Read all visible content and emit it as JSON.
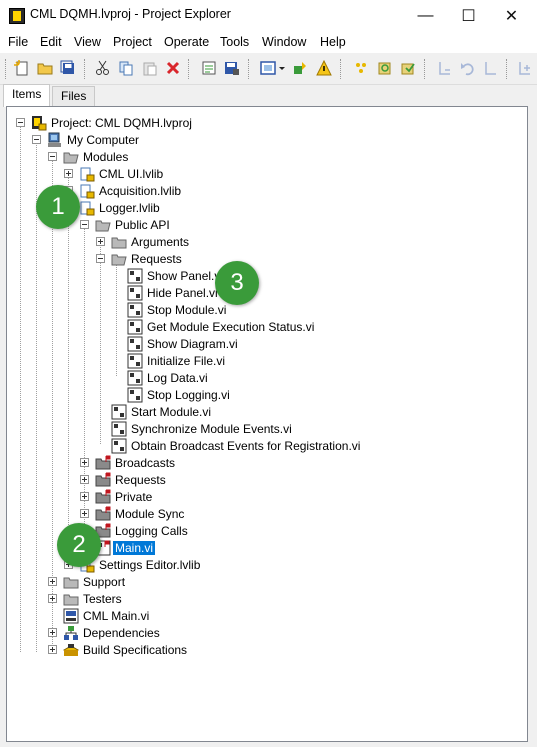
{
  "window": {
    "title": "CML DQMH.lvproj - Project Explorer",
    "minimize_glyph": "—",
    "maximize_glyph": "☐",
    "close_glyph": "✕"
  },
  "menu": [
    "File",
    "Edit",
    "View",
    "Project",
    "Operate",
    "Tools",
    "Window",
    "Help"
  ],
  "tabs": [
    "Items",
    "Files"
  ],
  "active_tab": "Items",
  "tree": {
    "project": "Project: CML DQMH.lvproj",
    "my_computer": "My Computer",
    "modules": "Modules",
    "cml_ui": "CML UI.lvlib",
    "acquisition": "Acquisition.lvlib",
    "logger": "Logger.lvlib",
    "public_api": "Public API",
    "arguments": "Arguments",
    "requests": "Requests",
    "show_panel": "Show Panel.vi",
    "hide_panel": "Hide Panel.vi",
    "stop_module": "Stop Module.vi",
    "get_status": "Get Module Execution Status.vi",
    "show_diagram": "Show Diagram.vi",
    "initialize_file": "Initialize File.vi",
    "log_data": "Log Data.vi",
    "stop_logging": "Stop Logging.vi",
    "start_module": "Start Module.vi",
    "sync_events": "Synchronize Module Events.vi",
    "broadcast_events": "Obtain Broadcast Events for Registration.vi",
    "broadcasts": "Broadcasts",
    "requests2": "Requests",
    "private": "Private",
    "module_sync": "Module Sync",
    "logging_calls": "Logging Calls",
    "main": "Main.vi",
    "settings_editor": "Settings Editor.lvlib",
    "support": "Support",
    "testers": "Testers",
    "cml_main": "CML Main.vi",
    "dependencies": "Dependencies",
    "build_specs": "Build Specifications"
  },
  "callouts": [
    "1",
    "2",
    "3"
  ],
  "colors": {
    "selection": "#0078d7",
    "callout": "#3a9b3a",
    "folder": "#b9b9b9",
    "library_accent": "#e7b800"
  }
}
